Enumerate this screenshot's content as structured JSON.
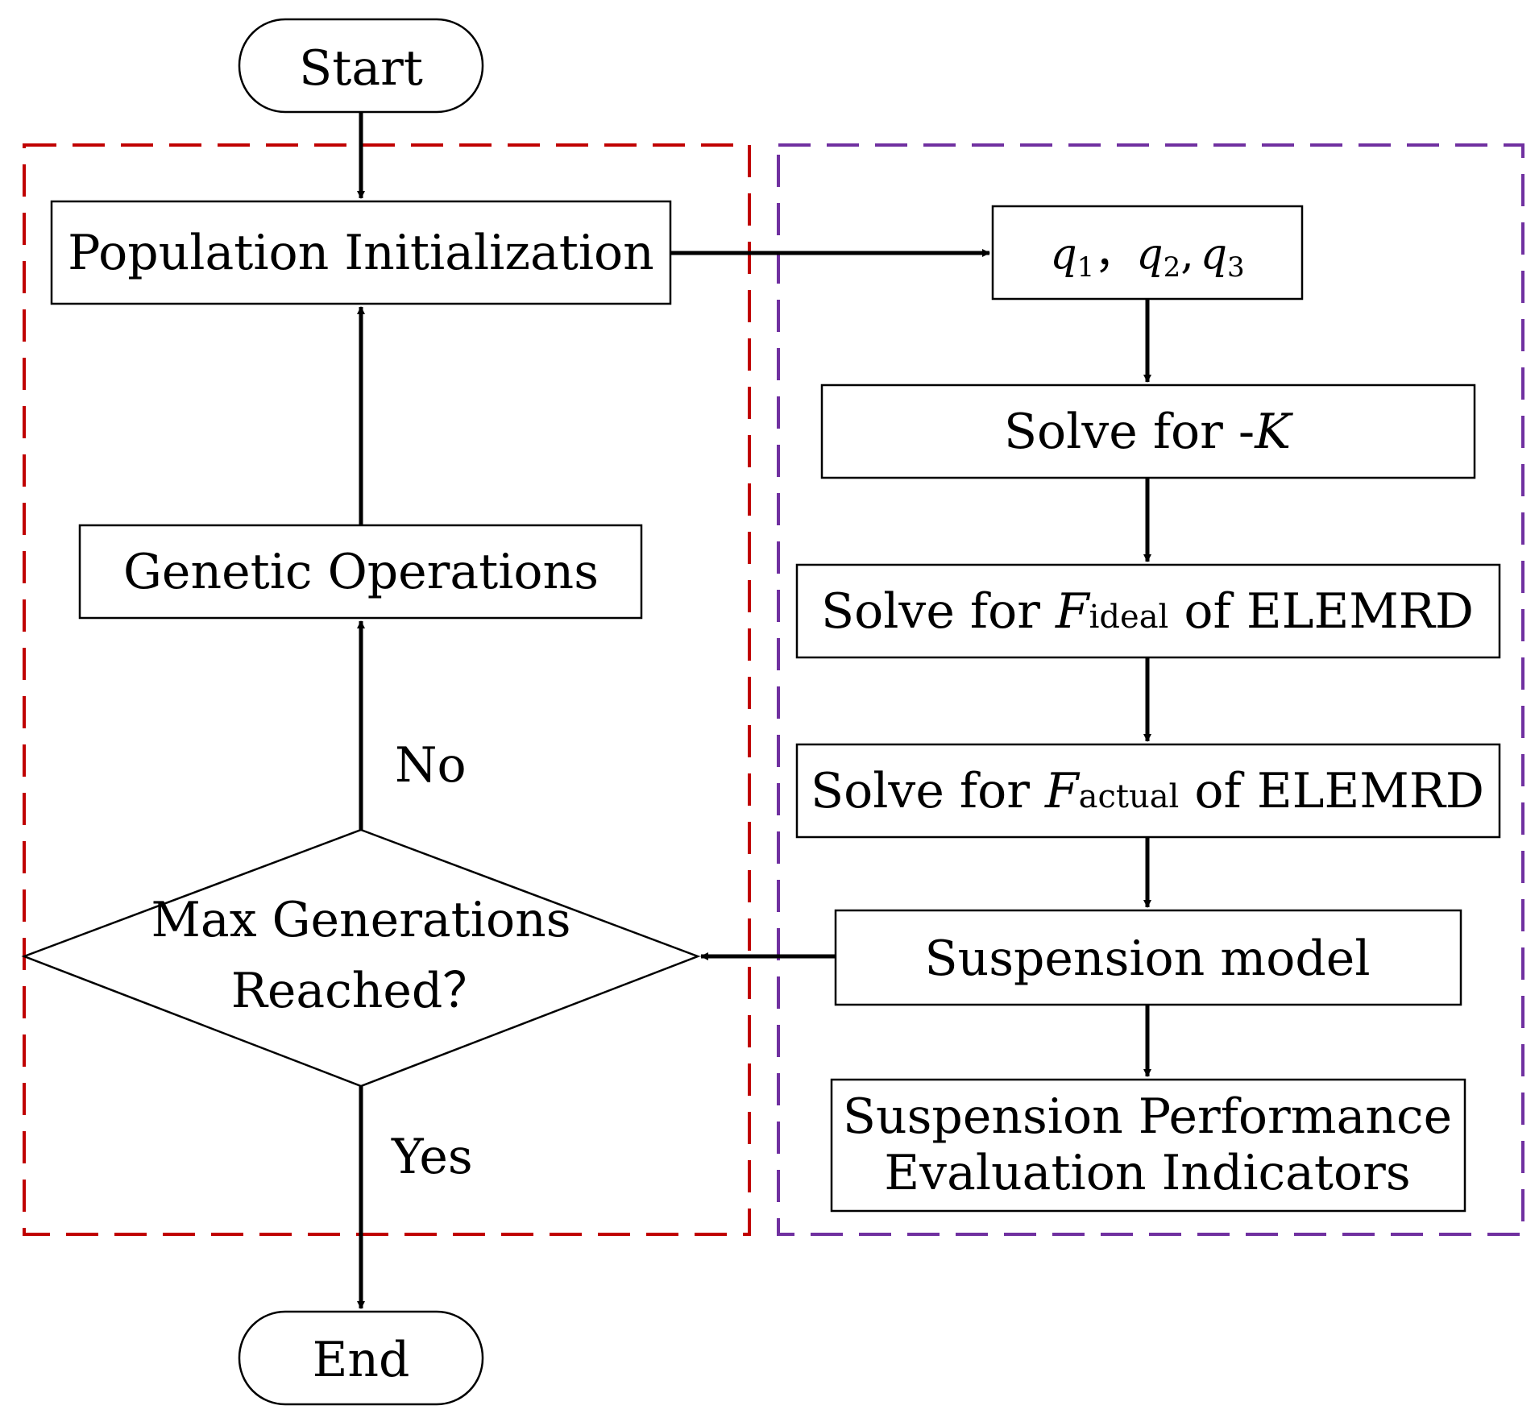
{
  "nodes": {
    "start": "Start",
    "end": "End",
    "population_init": "Population Initialization",
    "genetic_ops": "Genetic Operations",
    "decision_line1": "Max Generations",
    "decision_line2": "Reached？",
    "q_vars": {
      "q1": "q",
      "q1_sub": "1",
      "sep1": "，",
      "q2": "q",
      "q2_sub": "2",
      "sep2": ",",
      "q3": "q",
      "q3_sub": "3"
    },
    "solve_k": {
      "prefix": "Solve for -",
      "var": "K"
    },
    "solve_fideal": {
      "prefix": "Solve for ",
      "var": "F",
      "sub": "ideal",
      "suffix": " of  ELEMRD"
    },
    "solve_factual": {
      "prefix": "Solve for ",
      "var": "F",
      "sub": "actual",
      "suffix": " of  ELEMRD"
    },
    "suspension_model": "Suspension model",
    "performance_line1": "Suspension Performance",
    "performance_line2": "Evaluation Indicators"
  },
  "edges": {
    "no_label": "No",
    "yes_label": "Yes"
  },
  "colors": {
    "ga_region_border": "#c00000",
    "model_region_border": "#7030a0",
    "stroke": "#000000"
  }
}
